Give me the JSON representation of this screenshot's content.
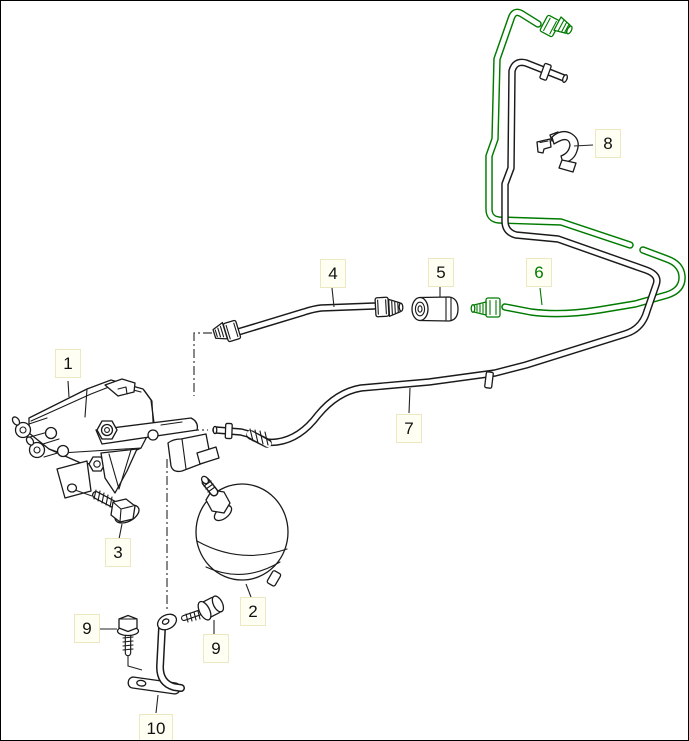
{
  "diagram": {
    "type": "exploded-parts-diagram",
    "colors": {
      "line": "#1a1a1a",
      "highlight": "#007b00",
      "label_fill": "#fffef2",
      "label_border": "#ece8c2",
      "background": "#ffffff"
    }
  },
  "labels": [
    {
      "id": "1",
      "text": "1",
      "highlighted": false
    },
    {
      "id": "2",
      "text": "2",
      "highlighted": false
    },
    {
      "id": "3",
      "text": "3",
      "highlighted": false
    },
    {
      "id": "4",
      "text": "4",
      "highlighted": false
    },
    {
      "id": "5",
      "text": "5",
      "highlighted": false
    },
    {
      "id": "6",
      "text": "6",
      "highlighted": true
    },
    {
      "id": "7",
      "text": "7",
      "highlighted": false
    },
    {
      "id": "8",
      "text": "8",
      "highlighted": false
    },
    {
      "id": "9a",
      "text": "9",
      "highlighted": false
    },
    {
      "id": "9b",
      "text": "9",
      "highlighted": false
    },
    {
      "id": "10",
      "text": "10",
      "highlighted": false
    }
  ]
}
